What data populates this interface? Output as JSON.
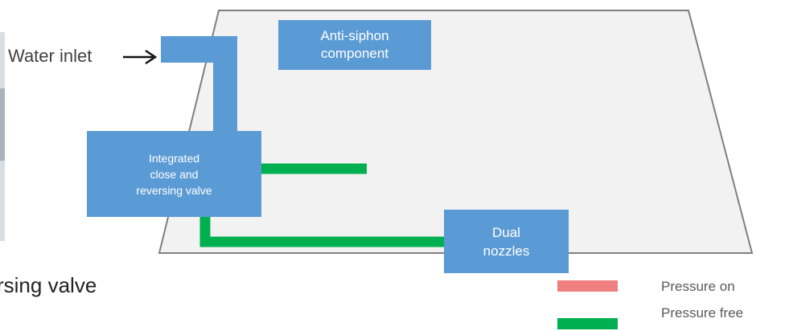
{
  "labels": {
    "water_inlet": "Water inlet",
    "anti_siphon": "Anti-siphon\ncomponent",
    "valve": "Integrated\nclose and\nreversing valve",
    "nozzles": "Dual\nnozzles",
    "partial_caption": "rsing valve"
  },
  "legend": [
    {
      "label": "Pressure on",
      "color": "#f08080"
    },
    {
      "label": "Pressure free",
      "color": "#00b050"
    }
  ],
  "colors": {
    "component": "#5b9bd5",
    "pressure_free": "#00b050",
    "pressure_on": "#f08080",
    "base": "#f2f2f2",
    "base_border": "#7f7f7f"
  }
}
